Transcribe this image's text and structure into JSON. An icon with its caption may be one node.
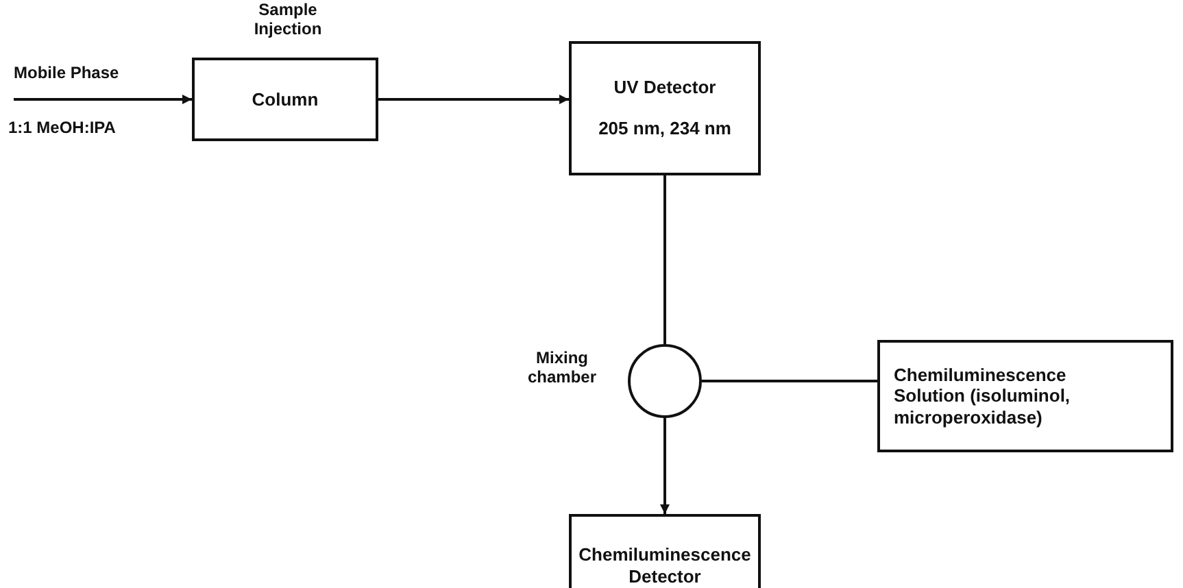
{
  "diagram": {
    "nodes": [
      {
        "text": [
          "Column"
        ],
        "beside": [
          "Sample Injection"
        ]
      },
      {
        "text": [
          "UV Detector",
          "205 nm, 234 nm"
        ]
      },
      {
        "text": [],
        "shape": "circle",
        "beside": [
          "Mixing chamber"
        ]
      },
      {
        "text": [
          "Chemiluminescence Solution (isoluminol, microperoxidase)"
        ]
      },
      {
        "text": [
          "Chemiluminescence Detector"
        ]
      }
    ],
    "edges": [
      {
        "from": null,
        "to": 0,
        "arrow": "to"
      },
      {
        "from": 0,
        "to": 1,
        "arrow": "to"
      },
      {
        "from": 1,
        "to": 2,
        "arrow": "none"
      },
      {
        "from": 3,
        "to": 2,
        "arrow": "none"
      },
      {
        "from": 2,
        "to": 4,
        "arrow": "to"
      }
    ],
    "labels": [
      "Mobile Phase",
      "1:1 MeOH:IPA"
    ]
  }
}
